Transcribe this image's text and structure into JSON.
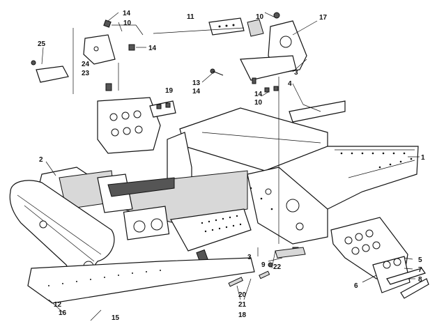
{
  "callouts": [
    {
      "id": "c1",
      "text": "1"
    },
    {
      "id": "c2",
      "text": "2"
    },
    {
      "id": "c3a",
      "text": "3"
    },
    {
      "id": "c3b",
      "text": "3"
    },
    {
      "id": "c4",
      "text": "4"
    },
    {
      "id": "c5",
      "text": "5"
    },
    {
      "id": "c6",
      "text": "6"
    },
    {
      "id": "c7",
      "text": "7"
    },
    {
      "id": "c8",
      "text": "8"
    },
    {
      "id": "c9",
      "text": "9"
    },
    {
      "id": "c10a",
      "text": "10"
    },
    {
      "id": "c10b",
      "text": "10"
    },
    {
      "id": "c10c",
      "text": "10"
    },
    {
      "id": "c11",
      "text": "11"
    },
    {
      "id": "c12",
      "text": "12"
    },
    {
      "id": "c13",
      "text": "13"
    },
    {
      "id": "c14a",
      "text": "14"
    },
    {
      "id": "c14b",
      "text": "14"
    },
    {
      "id": "c14c",
      "text": "14"
    },
    {
      "id": "c14d",
      "text": "14"
    },
    {
      "id": "c15",
      "text": "15"
    },
    {
      "id": "c16",
      "text": "16"
    },
    {
      "id": "c17",
      "text": "17"
    },
    {
      "id": "c18",
      "text": "18"
    },
    {
      "id": "c19",
      "text": "19"
    },
    {
      "id": "c20",
      "text": "20"
    },
    {
      "id": "c21",
      "text": "21"
    },
    {
      "id": "c22",
      "text": "22"
    },
    {
      "id": "c23",
      "text": "23"
    },
    {
      "id": "c24",
      "text": "24"
    },
    {
      "id": "c25",
      "text": "25"
    }
  ]
}
